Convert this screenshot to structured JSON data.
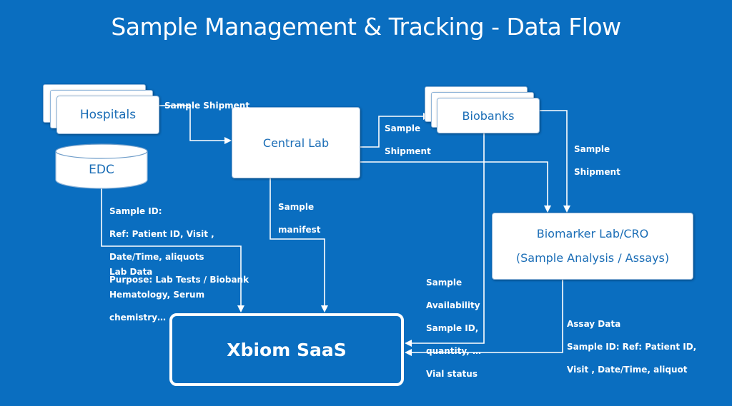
{
  "title": "Sample Management & Tracking - Data Flow",
  "nodes": {
    "hospitals": "Hospitals",
    "edc": "EDC",
    "central_lab": "Central Lab",
    "biobanks": "Biobanks",
    "biomarker": {
      "line1": "Biomarker Lab/CRO",
      "line2": "(Sample Analysis / Assays)"
    },
    "saas": "Xbiom SaaS"
  },
  "edges": {
    "hospital_to_central": "Sample Shipment",
    "central_to_biobank": [
      "Sample",
      "Shipment"
    ],
    "biobank_to_biomarker": [
      "Sample",
      "Shipment"
    ],
    "central_to_saas": [
      "Sample",
      "manifest"
    ],
    "edc_to_saas_sample_id": [
      "Sample ID:",
      "Ref: Patient ID, Visit ,",
      "Date/Time, aliquots",
      "Purpose: Lab Tests / Biobank"
    ],
    "lab_data": [
      "Lab Data",
      "Hematology, Serum",
      "chemistry…"
    ],
    "biobank_to_saas": [
      "Sample",
      "Availability",
      "Sample ID,",
      "quantity, …",
      "Vial status"
    ],
    "assay_data": [
      "Assay Data",
      "Sample ID: Ref: Patient ID,",
      "Visit , Date/Time, aliquot"
    ]
  }
}
